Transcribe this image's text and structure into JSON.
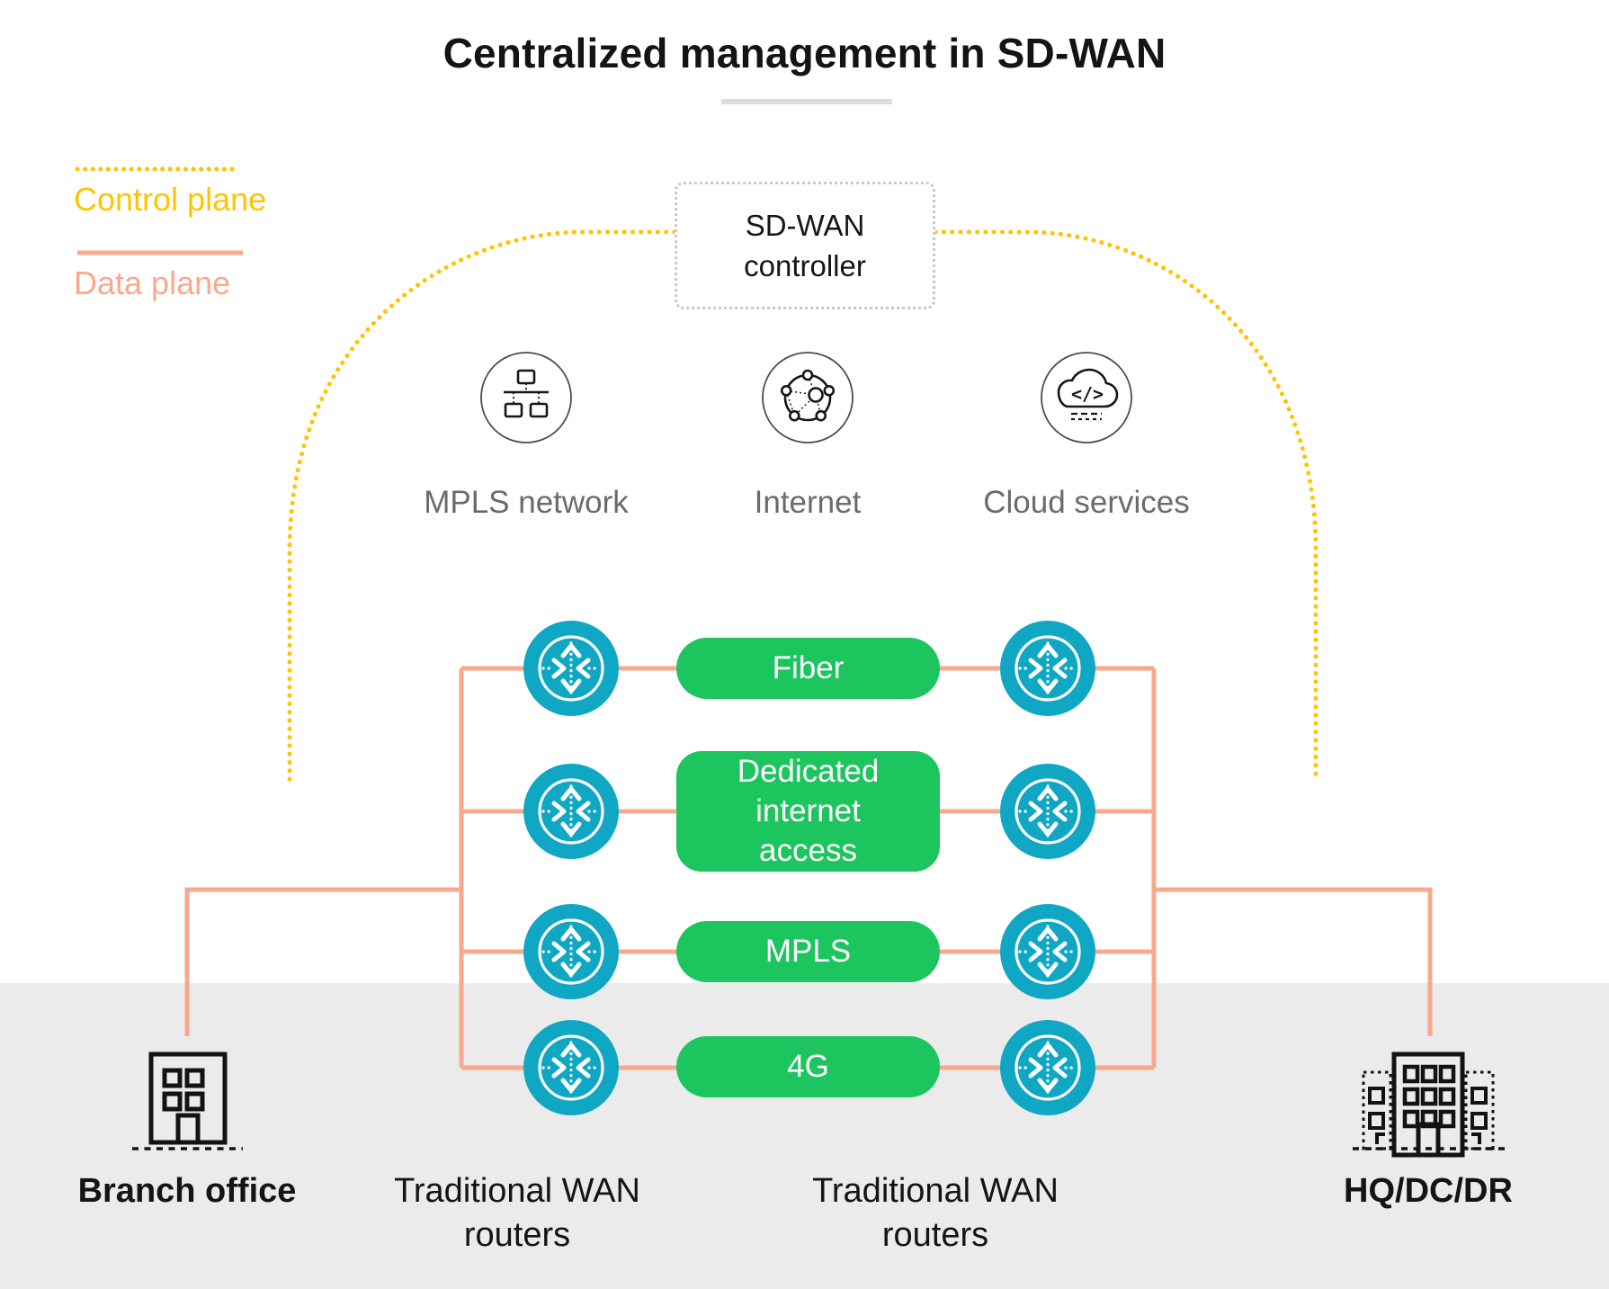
{
  "title": "Centralized management in SD-WAN",
  "legend": {
    "control_label": "Control plane",
    "data_label": "Data plane"
  },
  "controller": {
    "label": "SD-WAN controller"
  },
  "networks": [
    {
      "label": "MPLS network",
      "icon": "mpls-network-icon"
    },
    {
      "label": "Internet",
      "icon": "internet-globe-icon"
    },
    {
      "label": "Cloud services",
      "icon": "cloud-code-icon"
    }
  ],
  "links": [
    {
      "label": "Fiber"
    },
    {
      "label": "Dedicated internet access"
    },
    {
      "label": "MPLS"
    },
    {
      "label": "4G"
    }
  ],
  "router_columns": [
    {
      "label": "Traditional WAN routers"
    },
    {
      "label": "Traditional WAN routers"
    }
  ],
  "sites": [
    {
      "label": "Branch office",
      "icon": "branch-office-building-icon"
    },
    {
      "label": "HQ/DC/DR",
      "icon": "hq-dc-dr-building-icon"
    }
  ],
  "colors": {
    "control_plane_yellow": "#ffc400",
    "data_plane_salmon": "#f9a88d",
    "link_green": "#1dc55e",
    "router_teal": "#10a7c4",
    "band_gray": "#ebebeb",
    "label_gray": "#6b6b6b"
  }
}
